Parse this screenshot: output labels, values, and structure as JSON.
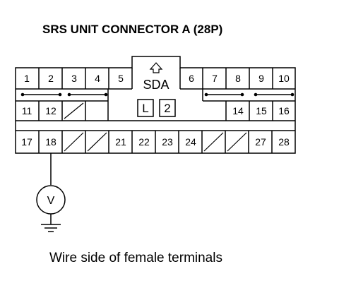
{
  "title": "SRS UNIT CONNECTOR A (28P)",
  "caption": "Wire side of female terminals",
  "connector": {
    "housing_label": "SDA",
    "box_left": "L",
    "box_right": "2",
    "pins": {
      "p1": "1",
      "p2": "2",
      "p3": "3",
      "p4": "4",
      "p5": "5",
      "p6": "6",
      "p7": "7",
      "p8": "8",
      "p9": "9",
      "p10": "10",
      "p11": "11",
      "p12": "12",
      "p14": "14",
      "p15": "15",
      "p16": "16",
      "p17": "17",
      "p18": "18",
      "p21": "21",
      "p22": "22",
      "p23": "23",
      "p24": "24",
      "p27": "27",
      "p28": "28"
    }
  },
  "meter": {
    "symbol": "V"
  }
}
